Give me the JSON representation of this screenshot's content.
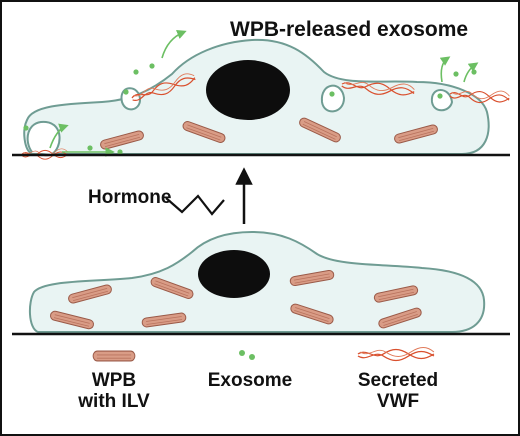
{
  "diagram": {
    "title": "WPB-released exosome",
    "stimulus_label": "Hormone"
  },
  "legend": {
    "wpb": {
      "line1": "WPB",
      "line2": "with ILV"
    },
    "exosome": {
      "line1": "Exosome"
    },
    "vwf": {
      "line1": "Secreted",
      "line2": "VWF"
    }
  },
  "colors": {
    "cell_fill": "#e9f4f3",
    "cell_outline": "#6f9c93",
    "nucleus": "#0d0d0d",
    "wpb_fill": "#d99c86",
    "wpb_stroke": "#9a5a48",
    "exosome": "#6cbf63",
    "vwf_strand": "#d9502e",
    "substrate": "#111111"
  }
}
